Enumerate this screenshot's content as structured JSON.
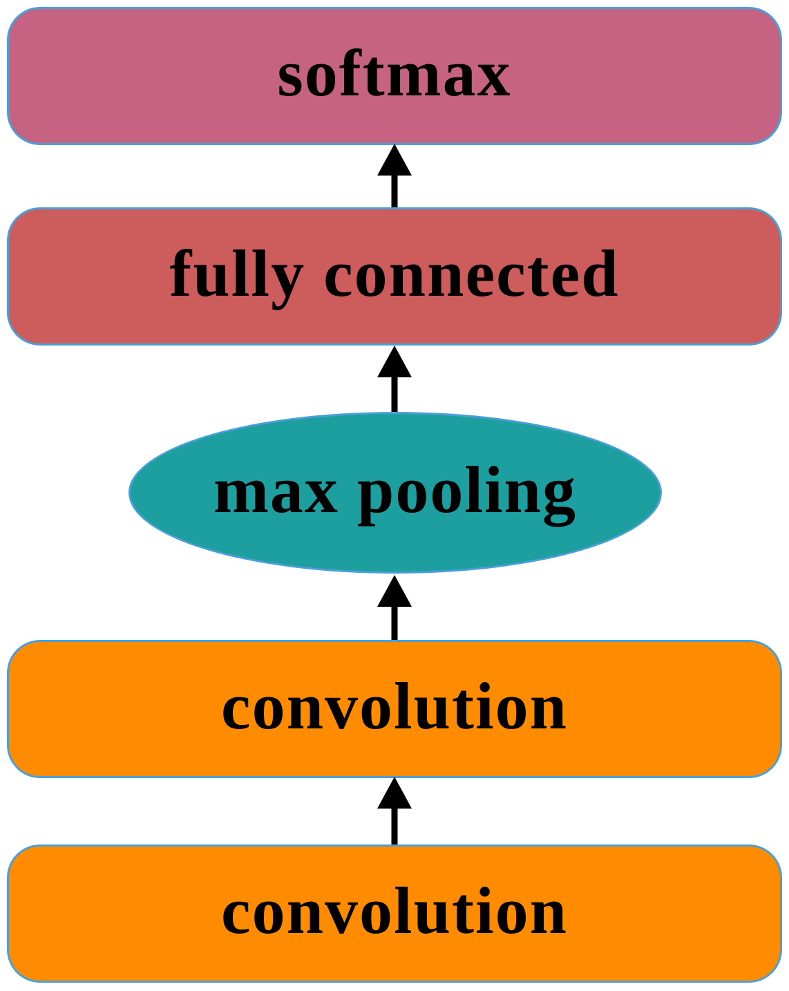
{
  "layers": {
    "softmax": {
      "label": "softmax",
      "color": "#c66383"
    },
    "fully_connected": {
      "label": "fully connected",
      "color": "#cd5c5c"
    },
    "max_pooling": {
      "label": "max pooling",
      "color": "#1e9f9f"
    },
    "convolution_2": {
      "label": "convolution",
      "color": "#ff8c00"
    },
    "convolution_1": {
      "label": "convolution",
      "color": "#ff8c00"
    }
  },
  "border_color": "#4a9fd8",
  "arrow_color": "#000000"
}
